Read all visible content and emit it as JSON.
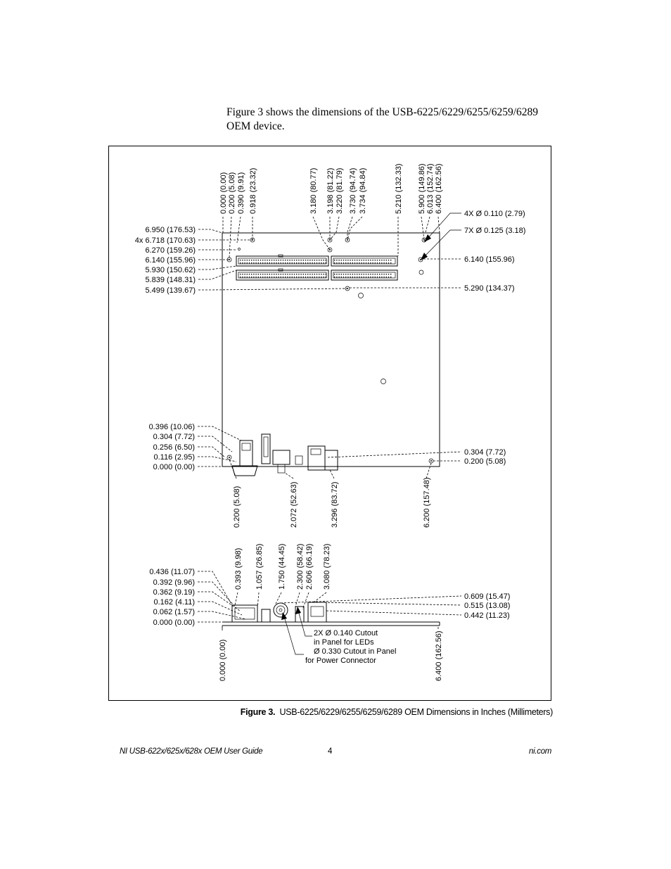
{
  "intro_text": "Figure 3 shows the dimensions of the USB-6225/6229/6255/6259/6289 OEM device.",
  "figure": {
    "top_labels": [
      "0.000 (0.00)",
      "0.200 (5.08)",
      "0.390 (9.91)",
      "0.918 (23.32)",
      "3.180 (80.77)",
      "3.198 (81.22)",
      "3.220 (81.79)",
      "3.730 (94.74)",
      "3.734 (94.84)",
      "5.210 (132.33)",
      "5.900 (149.86)",
      "6.013 (152.74)",
      "6.400 (162.56)"
    ],
    "left_labels": [
      "6.950 (176.53)",
      "4x 6.718 (170.63)",
      "6.270 (159.26)",
      "6.140 (155.96)",
      "5.930 (150.62)",
      "5.839 (148.31)",
      "5.499 (139.67)"
    ],
    "right_labels": [
      "4X Ø 0.110 (2.79)",
      "7X Ø 0.125 (3.18)",
      "6.140 (155.96)",
      "5.290 (134.37)"
    ],
    "lower_left_labels": [
      "0.396 (10.06)",
      "0.304 (7.72)",
      "0.256 (6.50)",
      "0.116 (2.95)",
      "0.000 (0.00)"
    ],
    "lower_right_labels": [
      "0.304 (7.72)",
      "0.200 (5.08)"
    ],
    "bottom_labels": [
      "0.200 (5.08)",
      "2.072 (52.63)",
      "3.296 (83.72)",
      "6.200 (157.48)"
    ],
    "side_top_labels": [
      "0.393 (9.98)",
      "1.057 (26.85)",
      "1.750 (44.45)",
      "2.300 (58.42)",
      "2.606 (66.19)",
      "3.080 (78.23)"
    ],
    "side_left_labels": [
      "0.436 (11.07)",
      "0.392 (9.96)",
      "0.362 (9.19)",
      "0.162 (4.11)",
      "0.062 (1.57)",
      "0.000 (0.00)"
    ],
    "side_right_labels": [
      "0.609 (15.47)",
      "0.515 (13.08)",
      "0.442 (11.23)"
    ],
    "side_bottom_labels": [
      "0.000 (0.00)",
      "6.400 (162.56)"
    ],
    "notes": [
      "2X Ø 0.140 Cutout",
      "in Panel for LEDs",
      "Ø 0.330 Cutout in Panel",
      "for Power Connector"
    ]
  },
  "caption": {
    "label": "Figure 3.",
    "text": "USB-6225/6229/6255/6259/6289 OEM Dimensions in Inches (Millimeters)"
  },
  "footer": {
    "left": "NI USB-622x/625x/628x OEM User Guide",
    "page": "4",
    "right": "ni.com"
  }
}
